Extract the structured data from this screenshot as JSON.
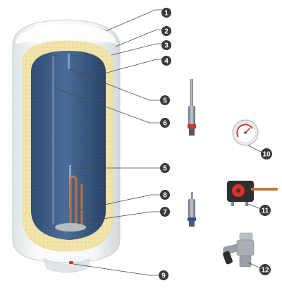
{
  "callouts": {
    "c1": "1",
    "c2": "2",
    "c3": "3",
    "c4": "4",
    "c5a": "5",
    "c6": "6",
    "c5b": "5",
    "c8": "8",
    "c7": "7",
    "c9": "9",
    "c10": "10",
    "c11": "11",
    "c12": "12"
  },
  "colors": {
    "callout_fill": "#3a3a3a",
    "insulation": "#f1e2a8",
    "tank": "#3f5f88",
    "shell": "#f3f5f6",
    "heater": "#c0703c",
    "gauge_needle": "#d43a2a",
    "thermostat_red": "#e0302a",
    "anode_ring_red": "#c83a2c",
    "anode_ring_blue": "#2c4fb0"
  },
  "icons": {
    "tank": "water-heater-cutaway",
    "anode_top": "magnesium-anode-rod-icon",
    "anode_bottom": "anode-rod-icon",
    "gauge": "thermometer-gauge-icon",
    "thermostat": "thermostat-icon",
    "valve": "safety-valve-icon"
  }
}
